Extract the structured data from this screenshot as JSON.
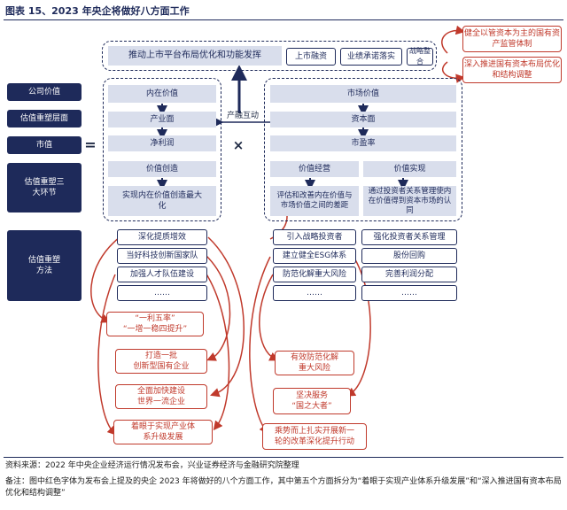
{
  "title": "图表 15、2023 年央企将做好八方面工作",
  "top_bar": {
    "main": "推动上市平台布局优化和功能发挥",
    "items": [
      "上市融资",
      "业绩承诺落实",
      "战略整合"
    ]
  },
  "red_notes_top": [
    "健全以管资本为主的国有资产监管体制",
    "深入推进国有资本布局优化和结构调整"
  ],
  "left_labels": [
    "公司价值",
    "估值重塑层面",
    "市值",
    "估值重塑三大环节",
    "估值重塑方法"
  ],
  "equals": "=",
  "times": "×",
  "industry_interaction": "产融互动",
  "inner_value": {
    "title": "内在价值",
    "items": [
      "产业面",
      "净利润",
      "价值创造",
      "实现内在价值创造最大化"
    ]
  },
  "market_value": {
    "title": "市场价值",
    "items": [
      "资本面",
      "市盈率"
    ],
    "sub_left": {
      "title": "价值经营",
      "desc": "评估和改善内在价值与市场价值之间的差距"
    },
    "sub_right": {
      "title": "价值实现",
      "desc": "通过投资者关系管理使内在价值得到资本市场的认同"
    }
  },
  "methods_left": [
    "深化提质增效",
    "当好科技创新国家队",
    "加强人才队伍建设",
    "……"
  ],
  "methods_right": [
    [
      "引入战略投资者",
      "强化投资者关系管理"
    ],
    [
      "建立健全ESG体系",
      "股份回购"
    ],
    [
      "防范化解重大风险",
      "完善利润分配"
    ],
    [
      "……",
      "……"
    ]
  ],
  "red_left": [
    "“一利五率”\n“一增一稳四提升”",
    "打造一批\n创新型国有企业",
    "全面加快建设\n世界一流企业",
    "着眼于实现产业体\n系升级发展"
  ],
  "red_right": [
    "有效防范化解\n重大风险",
    "坚决服务\n“国之大者”",
    "乘势而上扎实开展新一\n轮的改革深化提升行动"
  ],
  "footer": {
    "source": "资料来源：2022 年中央企业经济运行情况发布会，兴业证券经济与金融研究院整理",
    "note": "备注：图中红色字体为发布会上提及的央企 2023 年将做好的八个方面工作，其中第五个方面拆分为“着眼于实现产业体系升级发展”和“深入推进国有资本布局优化和结构调整”"
  },
  "colors": {
    "navy": "#1e2a5a",
    "pale": "#d9deec",
    "red": "#c0392b"
  }
}
